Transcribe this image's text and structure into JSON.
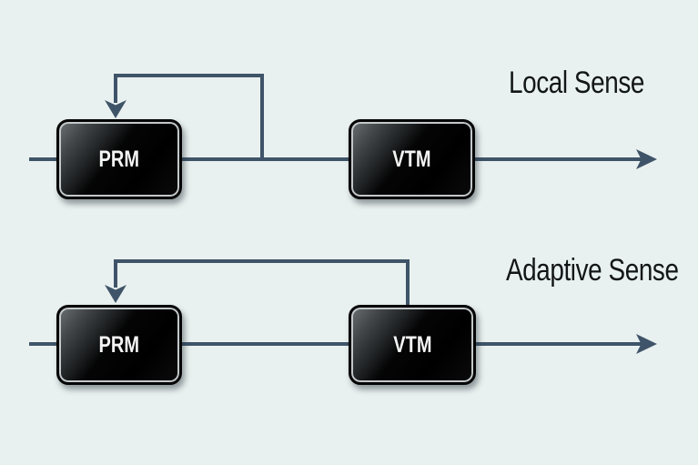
{
  "colors": {
    "page_bg": "#e9f1f0",
    "wire": "#3f5468",
    "label_text": "#131619",
    "block_text": "#f4f4f4",
    "block_ring": "#c3c8ca",
    "block_border": "#060606"
  },
  "diagrams": [
    {
      "title": "Local Sense",
      "blocks": [
        {
          "label": "PRM"
        },
        {
          "label": "VTM"
        }
      ]
    },
    {
      "title": "Adaptive Sense",
      "blocks": [
        {
          "label": "PRM"
        },
        {
          "label": "VTM"
        }
      ]
    }
  ]
}
